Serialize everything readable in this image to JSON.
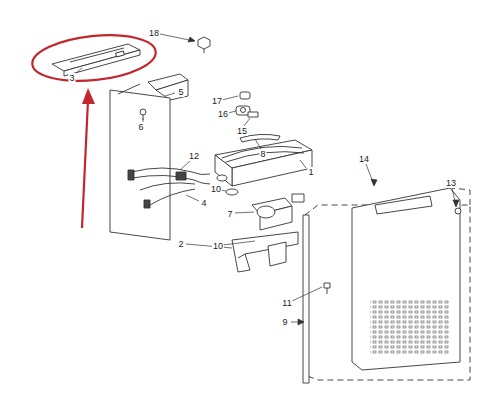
{
  "diagram": {
    "labels": [
      "18",
      "3",
      "5",
      "6",
      "17",
      "16",
      "15",
      "8",
      "1",
      "12",
      "10",
      "4",
      "7",
      "10",
      "2",
      "14",
      "13",
      "11",
      "9"
    ]
  }
}
